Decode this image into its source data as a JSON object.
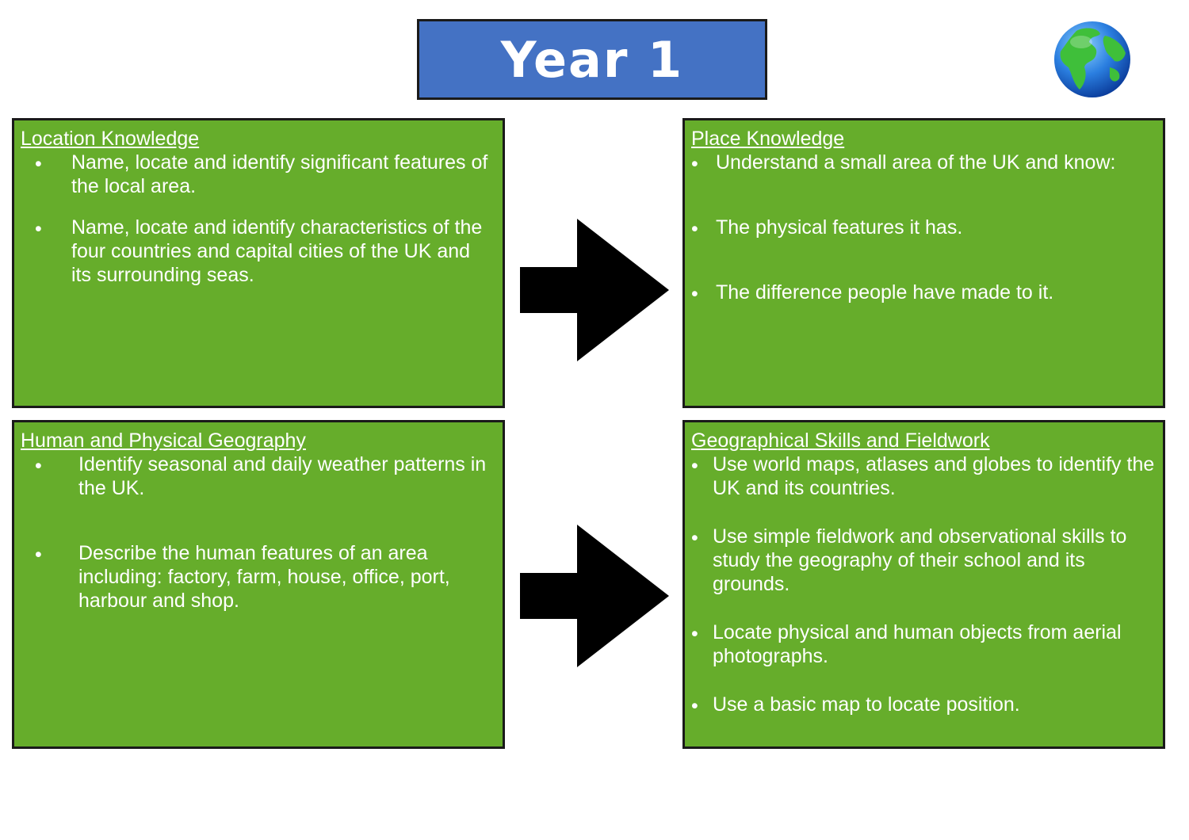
{
  "header": {
    "title": "Year 1"
  },
  "globe_icon": "globe-icon",
  "panels": {
    "location_knowledge": {
      "title": "Location Knowledge",
      "items": [
        "Name, locate and identify significant features of the local area.",
        "Name, locate and identify characteristics of the four countries and capital cities of the UK and its surrounding seas."
      ]
    },
    "place_knowledge": {
      "title": "Place Knowledge",
      "items": [
        "Understand a small area of the UK and know:",
        "The physical features it has.",
        "The difference people have made to it."
      ]
    },
    "human_physical": {
      "title": "Human and Physical Geography",
      "items": [
        "Identify seasonal and daily weather patterns in the UK.",
        "Describe the human features of an area including: factory, farm, house, office, port, harbour and shop."
      ]
    },
    "skills_fieldwork": {
      "title": "Geographical Skills and Fieldwork",
      "items": [
        "Use world maps, atlases and globes to identify the UK and its countries.",
        "Use simple fieldwork and observational skills to study the geography of their school and its grounds.",
        "Locate physical and human objects from aerial photographs.",
        "Use a basic map to locate position."
      ]
    }
  },
  "colors": {
    "title_bg": "#4472c4",
    "panel_bg": "#66ad2b",
    "border": "#1a1a1a",
    "arrow": "#000000"
  }
}
